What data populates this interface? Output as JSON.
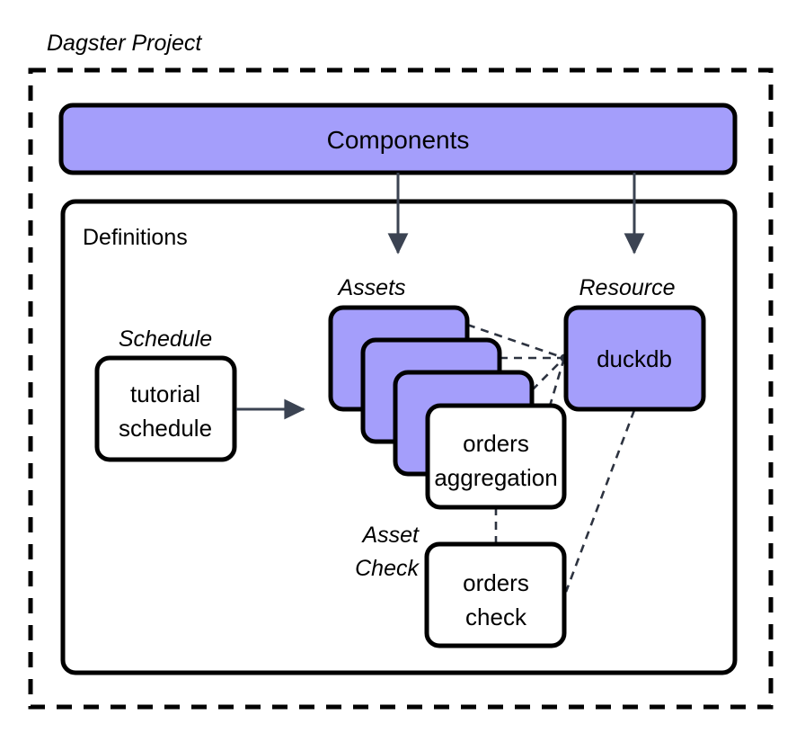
{
  "diagram": {
    "title": "Dagster Project",
    "outer_container": {
      "label": "Dagster Project",
      "border_style": "dashed",
      "border_color": "#000000"
    },
    "components_box": {
      "label": "Components",
      "fill": "#a49efb",
      "border_color": "#000000"
    },
    "definitions_box": {
      "label": "Definitions",
      "fill": "#ffffff",
      "border_color": "#000000"
    },
    "groups": [
      {
        "name": "schedule-group",
        "label": "Schedule"
      },
      {
        "name": "assets-group",
        "label": "Assets"
      },
      {
        "name": "resource-group",
        "label": "Resource"
      },
      {
        "name": "asset-check-group",
        "label_line1": "Asset",
        "label_line2": "Check"
      }
    ],
    "nodes": [
      {
        "name": "tutorial-schedule",
        "line1": "tutorial",
        "line2": "schedule",
        "fill": "#ffffff",
        "kind": "schedule"
      },
      {
        "name": "asset-card-1",
        "line1": "",
        "line2": "",
        "fill": "#a49efb",
        "kind": "asset"
      },
      {
        "name": "asset-card-2",
        "line1": "",
        "line2": "",
        "fill": "#a49efb",
        "kind": "asset"
      },
      {
        "name": "asset-card-3",
        "line1": "",
        "line2": "",
        "fill": "#a49efb",
        "kind": "asset"
      },
      {
        "name": "orders-aggregation-asset",
        "line1": "orders",
        "line2": "aggregation",
        "fill": "#ffffff",
        "kind": "asset"
      },
      {
        "name": "duckdb-resource",
        "line1": "duckdb",
        "line2": "",
        "fill": "#a49efb",
        "kind": "resource"
      },
      {
        "name": "orders-check",
        "line1": "orders",
        "line2": "check",
        "fill": "#ffffff",
        "kind": "asset-check"
      }
    ],
    "edges": [
      {
        "name": "components-to-assets",
        "style": "solid-arrow",
        "color": "#3b4352"
      },
      {
        "name": "components-to-resource",
        "style": "solid-arrow",
        "color": "#3b4352"
      },
      {
        "name": "schedule-to-assets",
        "style": "solid-arrow",
        "color": "#3b4352"
      },
      {
        "name": "asset1-to-duckdb",
        "style": "dashed",
        "color": "#2d3340"
      },
      {
        "name": "asset2-to-duckdb",
        "style": "dashed",
        "color": "#2d3340"
      },
      {
        "name": "asset3-to-duckdb",
        "style": "dashed",
        "color": "#2d3340"
      },
      {
        "name": "orders-aggregation-to-duckdb",
        "style": "dashed",
        "color": "#2d3340"
      },
      {
        "name": "orders-aggregation-to-orders-check",
        "style": "dashed",
        "color": "#2d3340"
      },
      {
        "name": "duckdb-to-orders-check",
        "style": "dashed",
        "color": "#2d3340"
      }
    ],
    "colors": {
      "purple": "#a49efb",
      "outline": "#000000",
      "arrow": "#3b4352",
      "background": "#ffffff"
    }
  }
}
